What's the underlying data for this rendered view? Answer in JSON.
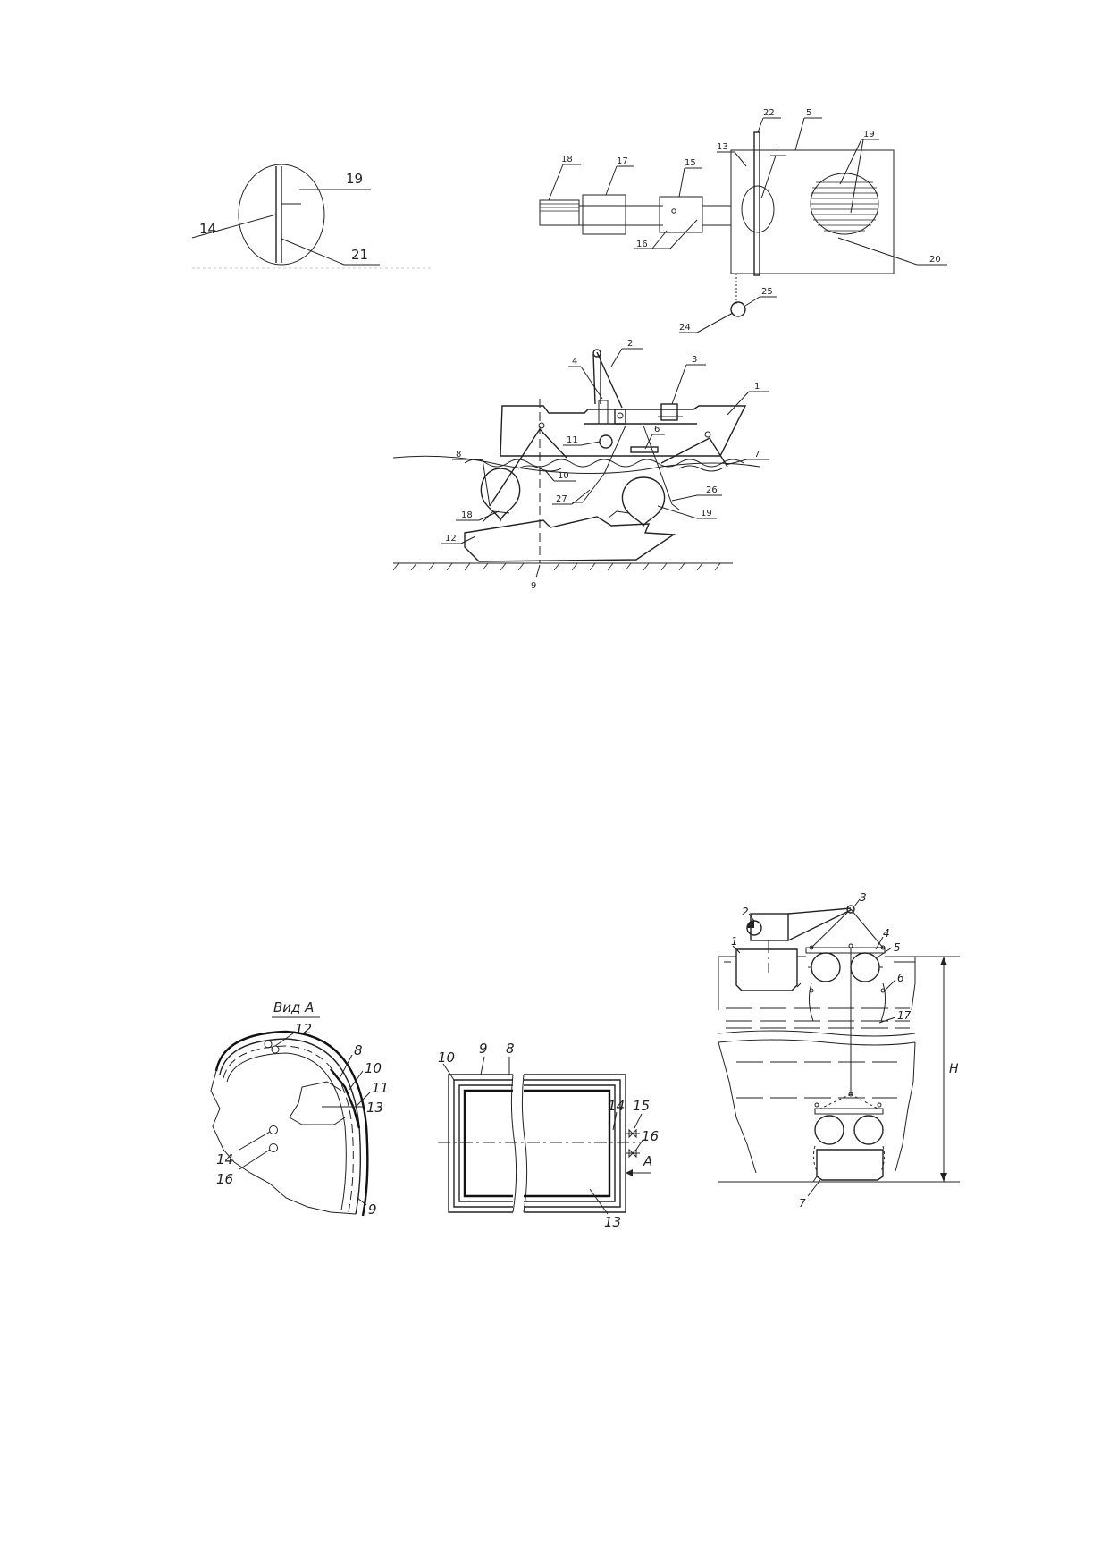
{
  "fig_detail": {
    "labels": {
      "l14": "14",
      "l19": "19",
      "l21": "21"
    }
  },
  "fig_plan": {
    "labels": {
      "l13": "13",
      "l22": "22",
      "l5": "5",
      "lI": "I",
      "l19": "19",
      "l18": "18",
      "l17": "17",
      "l15": "15",
      "l16": "16",
      "l20": "20",
      "l25": "25",
      "l24": "24"
    }
  },
  "fig_vessel": {
    "labels": {
      "l2": "2",
      "l3": "3",
      "l4": "4",
      "l1": "1",
      "l11": "11",
      "l6": "6",
      "l8": "8",
      "l7": "7",
      "l10": "10",
      "l27": "27",
      "l26": "26",
      "l18": "18",
      "l19": "19",
      "l12": "12",
      "l9": "9"
    }
  },
  "fig_view_a": {
    "title": "Вид А",
    "labels": {
      "l12": "12",
      "l8": "8",
      "l10": "10",
      "l11": "11",
      "l13": "13",
      "l14": "14",
      "l16": "16",
      "l9": "9"
    }
  },
  "fig_frame": {
    "labels": {
      "l9": "9",
      "l8": "8",
      "l10": "10",
      "l14": "14",
      "l15": "15",
      "l16": "16",
      "lA": "A",
      "l13": "13"
    }
  },
  "fig_depth": {
    "labels": {
      "l3": "3",
      "l2": "2",
      "l4": "4",
      "l1": "1",
      "l5": "5",
      "l6": "6",
      "l17": "17",
      "lH": "H",
      "l7": "7"
    }
  }
}
